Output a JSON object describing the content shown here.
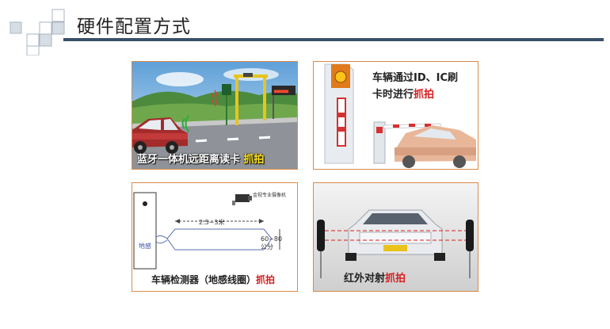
{
  "header": {
    "title": "硬件配置方式"
  },
  "panels": [
    {
      "caption": "蓝牙一体机远距离读卡 ",
      "highlight": "抓拍"
    },
    {
      "caption_line1": "车辆通过ID、IC刷",
      "caption_line2": "卡时进行",
      "highlight": "抓拍"
    },
    {
      "caption": "车辆检测器（地感线圈）",
      "highlight": "抓拍",
      "diagram": {
        "distance_label": "2.5~3米",
        "width_label_1": "60~80",
        "width_label_2": "公分",
        "sensor_label": "地感",
        "camera_label": "金视专业摄像机"
      }
    },
    {
      "caption": "红外对射",
      "highlight": "抓拍"
    }
  ],
  "colors": {
    "accent_rule": "#3a5168",
    "panel_border": "#d98a4a",
    "highlight": "#d62020"
  }
}
